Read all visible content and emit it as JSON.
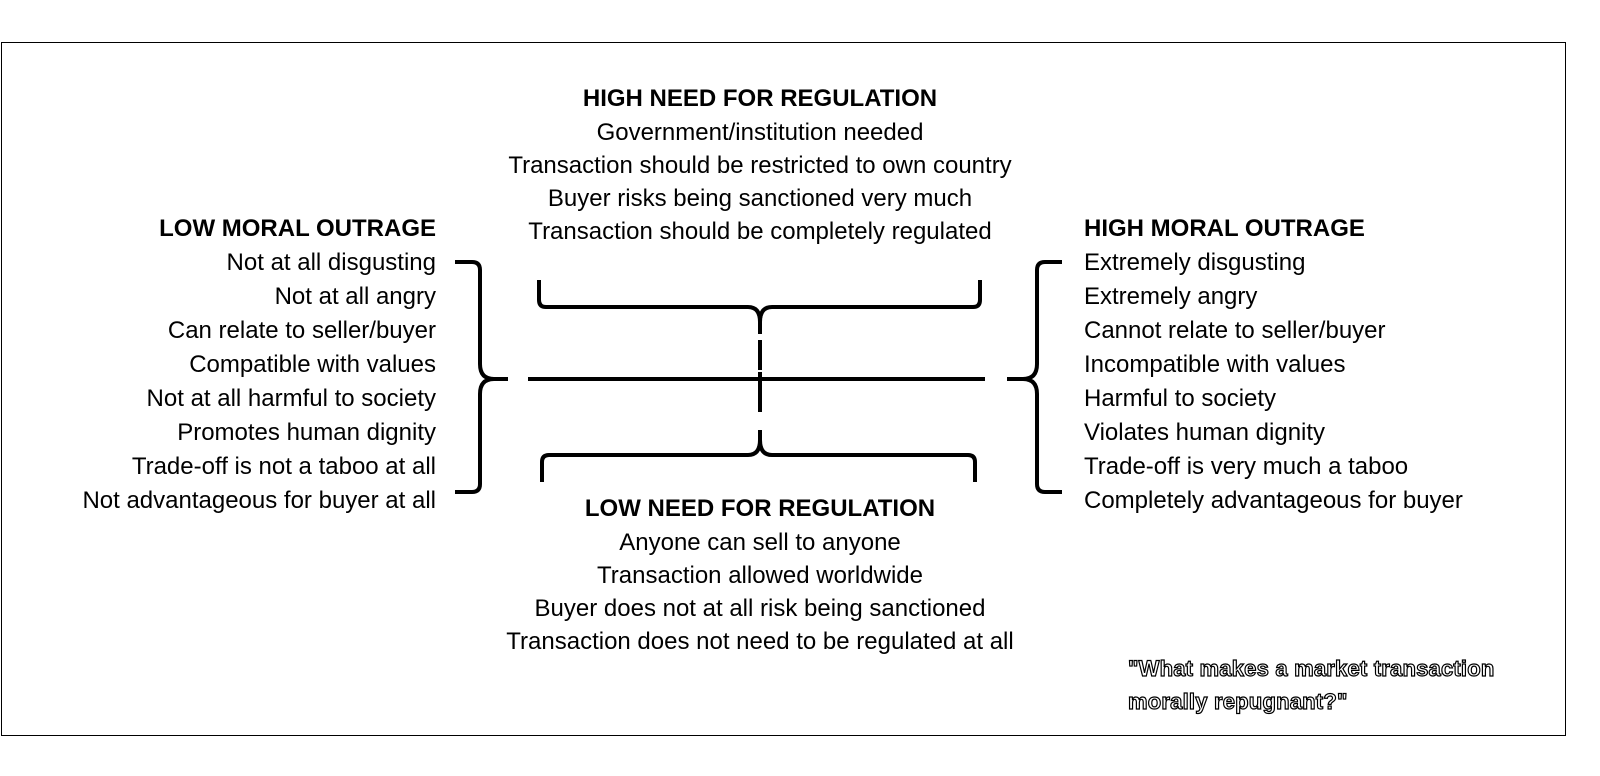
{
  "top": {
    "title": "HIGH NEED FOR REGULATION",
    "items": [
      "Government/institution needed",
      "Transaction should be restricted to own country",
      "Buyer risks being sanctioned very much",
      "Transaction should be completely regulated"
    ]
  },
  "bottom": {
    "title": "LOW NEED FOR REGULATION",
    "items": [
      "Anyone can sell to anyone",
      "Transaction allowed worldwide",
      "Buyer does not at all risk being sanctioned",
      "Transaction does not need to be regulated at all"
    ]
  },
  "left": {
    "title": "LOW MORAL OUTRAGE",
    "items": [
      "Not at all disgusting",
      "Not at all angry",
      "Can relate to seller/buyer",
      "Compatible with values",
      "Not at all harmful to society",
      "Promotes human dignity",
      "Trade-off is not a taboo at all",
      "Not advantageous for buyer at all"
    ]
  },
  "right": {
    "title": "HIGH MORAL OUTRAGE",
    "items": [
      "Extremely disgusting",
      "Extremely angry",
      "Cannot relate to seller/buyer",
      "Incompatible with values",
      "Harmful to society",
      "Violates human dignity",
      "Trade-off is very much a taboo",
      "Completely advantageous for buyer"
    ]
  },
  "quote": {
    "line1": "\"What makes a market transaction",
    "line2": "morally repugnant?\""
  }
}
